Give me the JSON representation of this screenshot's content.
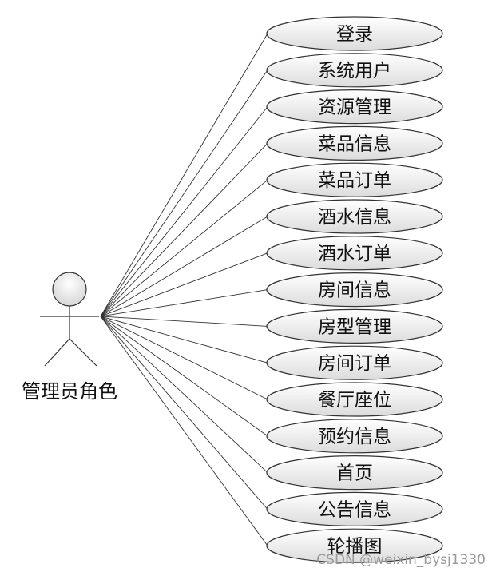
{
  "actor": {
    "label": "管理员角色"
  },
  "use_cases": [
    "登录",
    "系统用户",
    "资源管理",
    "菜品信息",
    "菜品订单",
    "酒水信息",
    "酒水订单",
    "房间信息",
    "房型管理",
    "房间订单",
    "餐厅座位",
    "预约信息",
    "首页",
    "公告信息",
    "轮播图"
  ],
  "watermark": "CSDN @weixin_bysj1330",
  "colors": {
    "ellipse_fill_top": "#ffffff",
    "ellipse_fill_bottom": "#dcdcdc",
    "stroke": "#333333"
  }
}
